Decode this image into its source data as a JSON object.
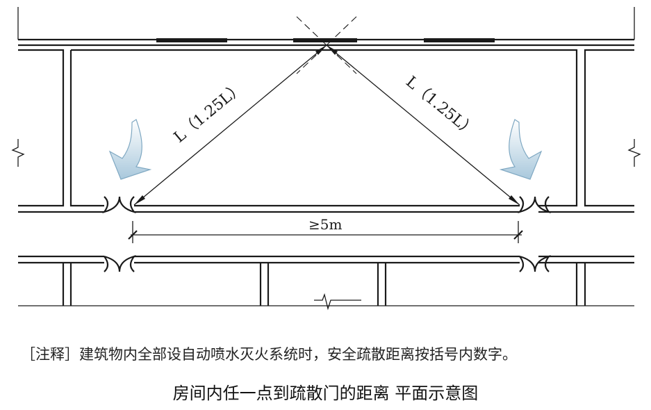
{
  "diagram": {
    "left_path_label": "L（1.25L）",
    "right_path_label": "L（1.25L）",
    "door_spacing_label": "≥5m",
    "note": "［注释］建筑物内全部设自动喷水灭火系统时，安全疏散距离按括号内数字。",
    "title": "房间内任一点到疏散门的距离  平面示意图",
    "arrow_color": "#a9c8dc"
  }
}
